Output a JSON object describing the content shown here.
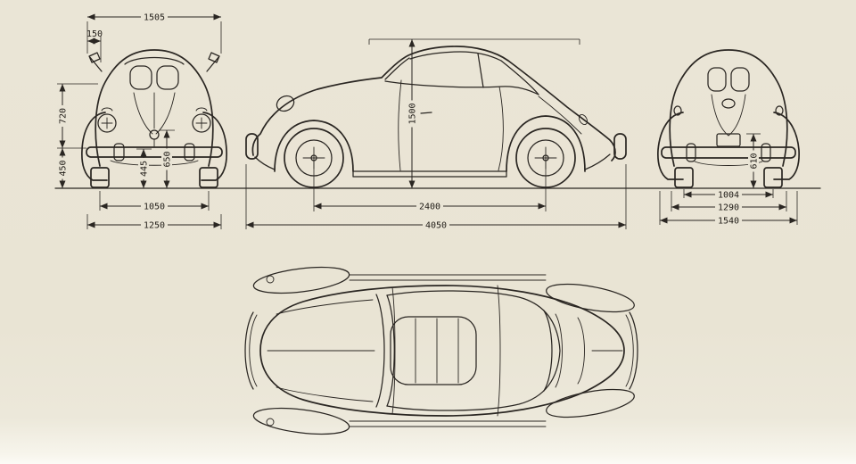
{
  "meta": {
    "title": "Volkswagen Beetle four-view dimensional blueprint",
    "units": "mm",
    "views": [
      "front",
      "side",
      "rear",
      "top-plan"
    ]
  },
  "colors": {
    "paper": "#e9e4d5",
    "ink": "#2a2622"
  },
  "dims": {
    "front": {
      "top_width": "1505",
      "semaphore": "150",
      "upper_height": "720",
      "lower_height": "450",
      "bumper_height": "445",
      "headlight_height": "650",
      "track": "1050",
      "width": "1250"
    },
    "side": {
      "height": "1500",
      "wheelbase": "2400",
      "length": "4050"
    },
    "rear": {
      "lamp_height": "610",
      "track": "1004",
      "body_width": "1290",
      "overall_width": "1540"
    }
  }
}
